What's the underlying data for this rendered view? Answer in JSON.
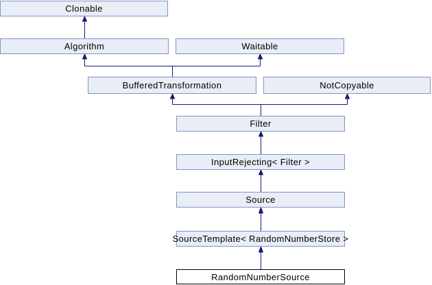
{
  "diagram": {
    "kind": "class-inheritance-graph",
    "current_class": "RandomNumberSource",
    "nodes": [
      {
        "id": "clonable",
        "label": "Clonable"
      },
      {
        "id": "algorithm",
        "label": "Algorithm"
      },
      {
        "id": "waitable",
        "label": "Waitable"
      },
      {
        "id": "buffered-transformation",
        "label": "BufferedTransformation"
      },
      {
        "id": "not-copyable",
        "label": "NotCopyable"
      },
      {
        "id": "filter",
        "label": "Filter"
      },
      {
        "id": "input-rejecting-filter",
        "label": "InputRejecting< Filter >"
      },
      {
        "id": "source",
        "label": "Source"
      },
      {
        "id": "source-template-random-number-store",
        "label": "SourceTemplate< RandomNumberStore >"
      },
      {
        "id": "random-number-source",
        "label": "RandomNumberSource",
        "current": true
      }
    ],
    "edges": [
      {
        "from": "Algorithm",
        "to": "Clonable"
      },
      {
        "from": "BufferedTransformation",
        "to": "Algorithm"
      },
      {
        "from": "BufferedTransformation",
        "to": "Waitable"
      },
      {
        "from": "Filter",
        "to": "BufferedTransformation"
      },
      {
        "from": "Filter",
        "to": "NotCopyable"
      },
      {
        "from": "InputRejecting< Filter >",
        "to": "Filter"
      },
      {
        "from": "Source",
        "to": "InputRejecting< Filter >"
      },
      {
        "from": "SourceTemplate< RandomNumberStore >",
        "to": "Source"
      },
      {
        "from": "RandomNumberSource",
        "to": "SourceTemplate< RandomNumberStore >"
      }
    ],
    "colors": {
      "node_fill": "#E8EDF6",
      "node_border": "#8393C3",
      "current_node_fill": "#FFFFFF",
      "current_node_border": "#000000",
      "edge": "#191970",
      "text": "#000000",
      "background": "#FFFFFF"
    }
  }
}
